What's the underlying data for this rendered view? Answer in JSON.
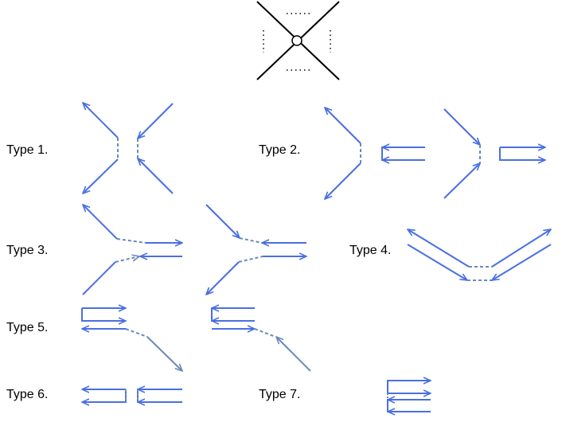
{
  "colors": {
    "arrow": "#4a6fe3",
    "connector": "#6a8ab8",
    "ink": "#000000",
    "background": "#ffffff"
  },
  "labels": {
    "type1": "Type 1.",
    "type2": "Type 2.",
    "type3": "Type 3.",
    "type4": "Type 4.",
    "type5": "Type 5.",
    "type6": "Type 6.",
    "type7": "Type 7."
  }
}
